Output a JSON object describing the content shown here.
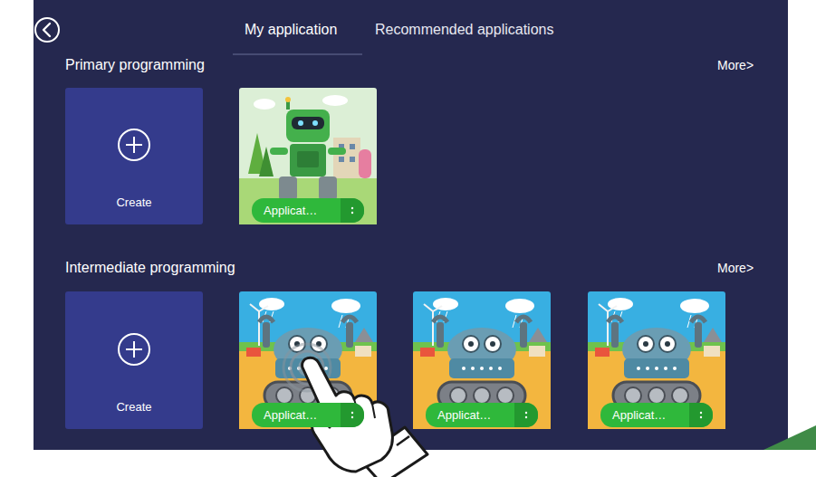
{
  "diagram": {
    "nodes": [
      {
        "text": [
          "Create"
        ]
      },
      {
        "text": [
          "Applicat…"
        ]
      },
      {
        "text": [
          "Create"
        ]
      },
      {
        "text": [
          "Applicat…"
        ]
      },
      {
        "text": [
          "Applicat…"
        ]
      },
      {
        "text": [
          "Applicat…"
        ]
      }
    ],
    "labels": [
      "My application",
      "Recommended applications",
      "Primary programming",
      "More>",
      "Intermediate programming",
      "More>"
    ]
  }
}
